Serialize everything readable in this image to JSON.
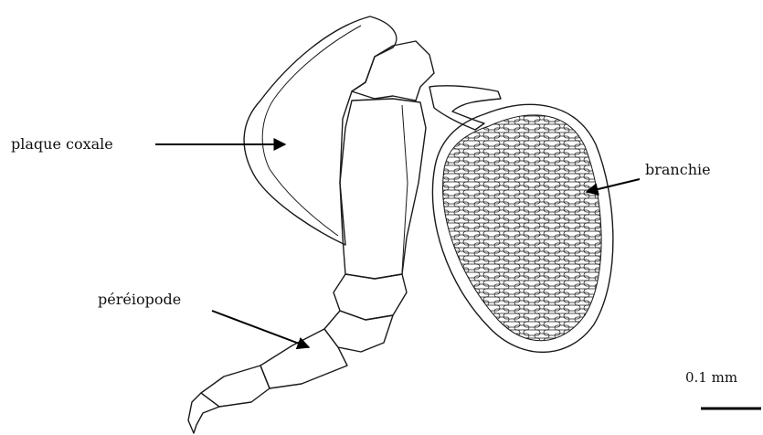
{
  "labels": {
    "coxal_plate": "plaque coxale",
    "gill": "branchie",
    "pereiopod": "péréiopode",
    "scale": "0.1 mm"
  },
  "colors": {
    "ink": "#1a1a1a",
    "background": "#ffffff"
  }
}
